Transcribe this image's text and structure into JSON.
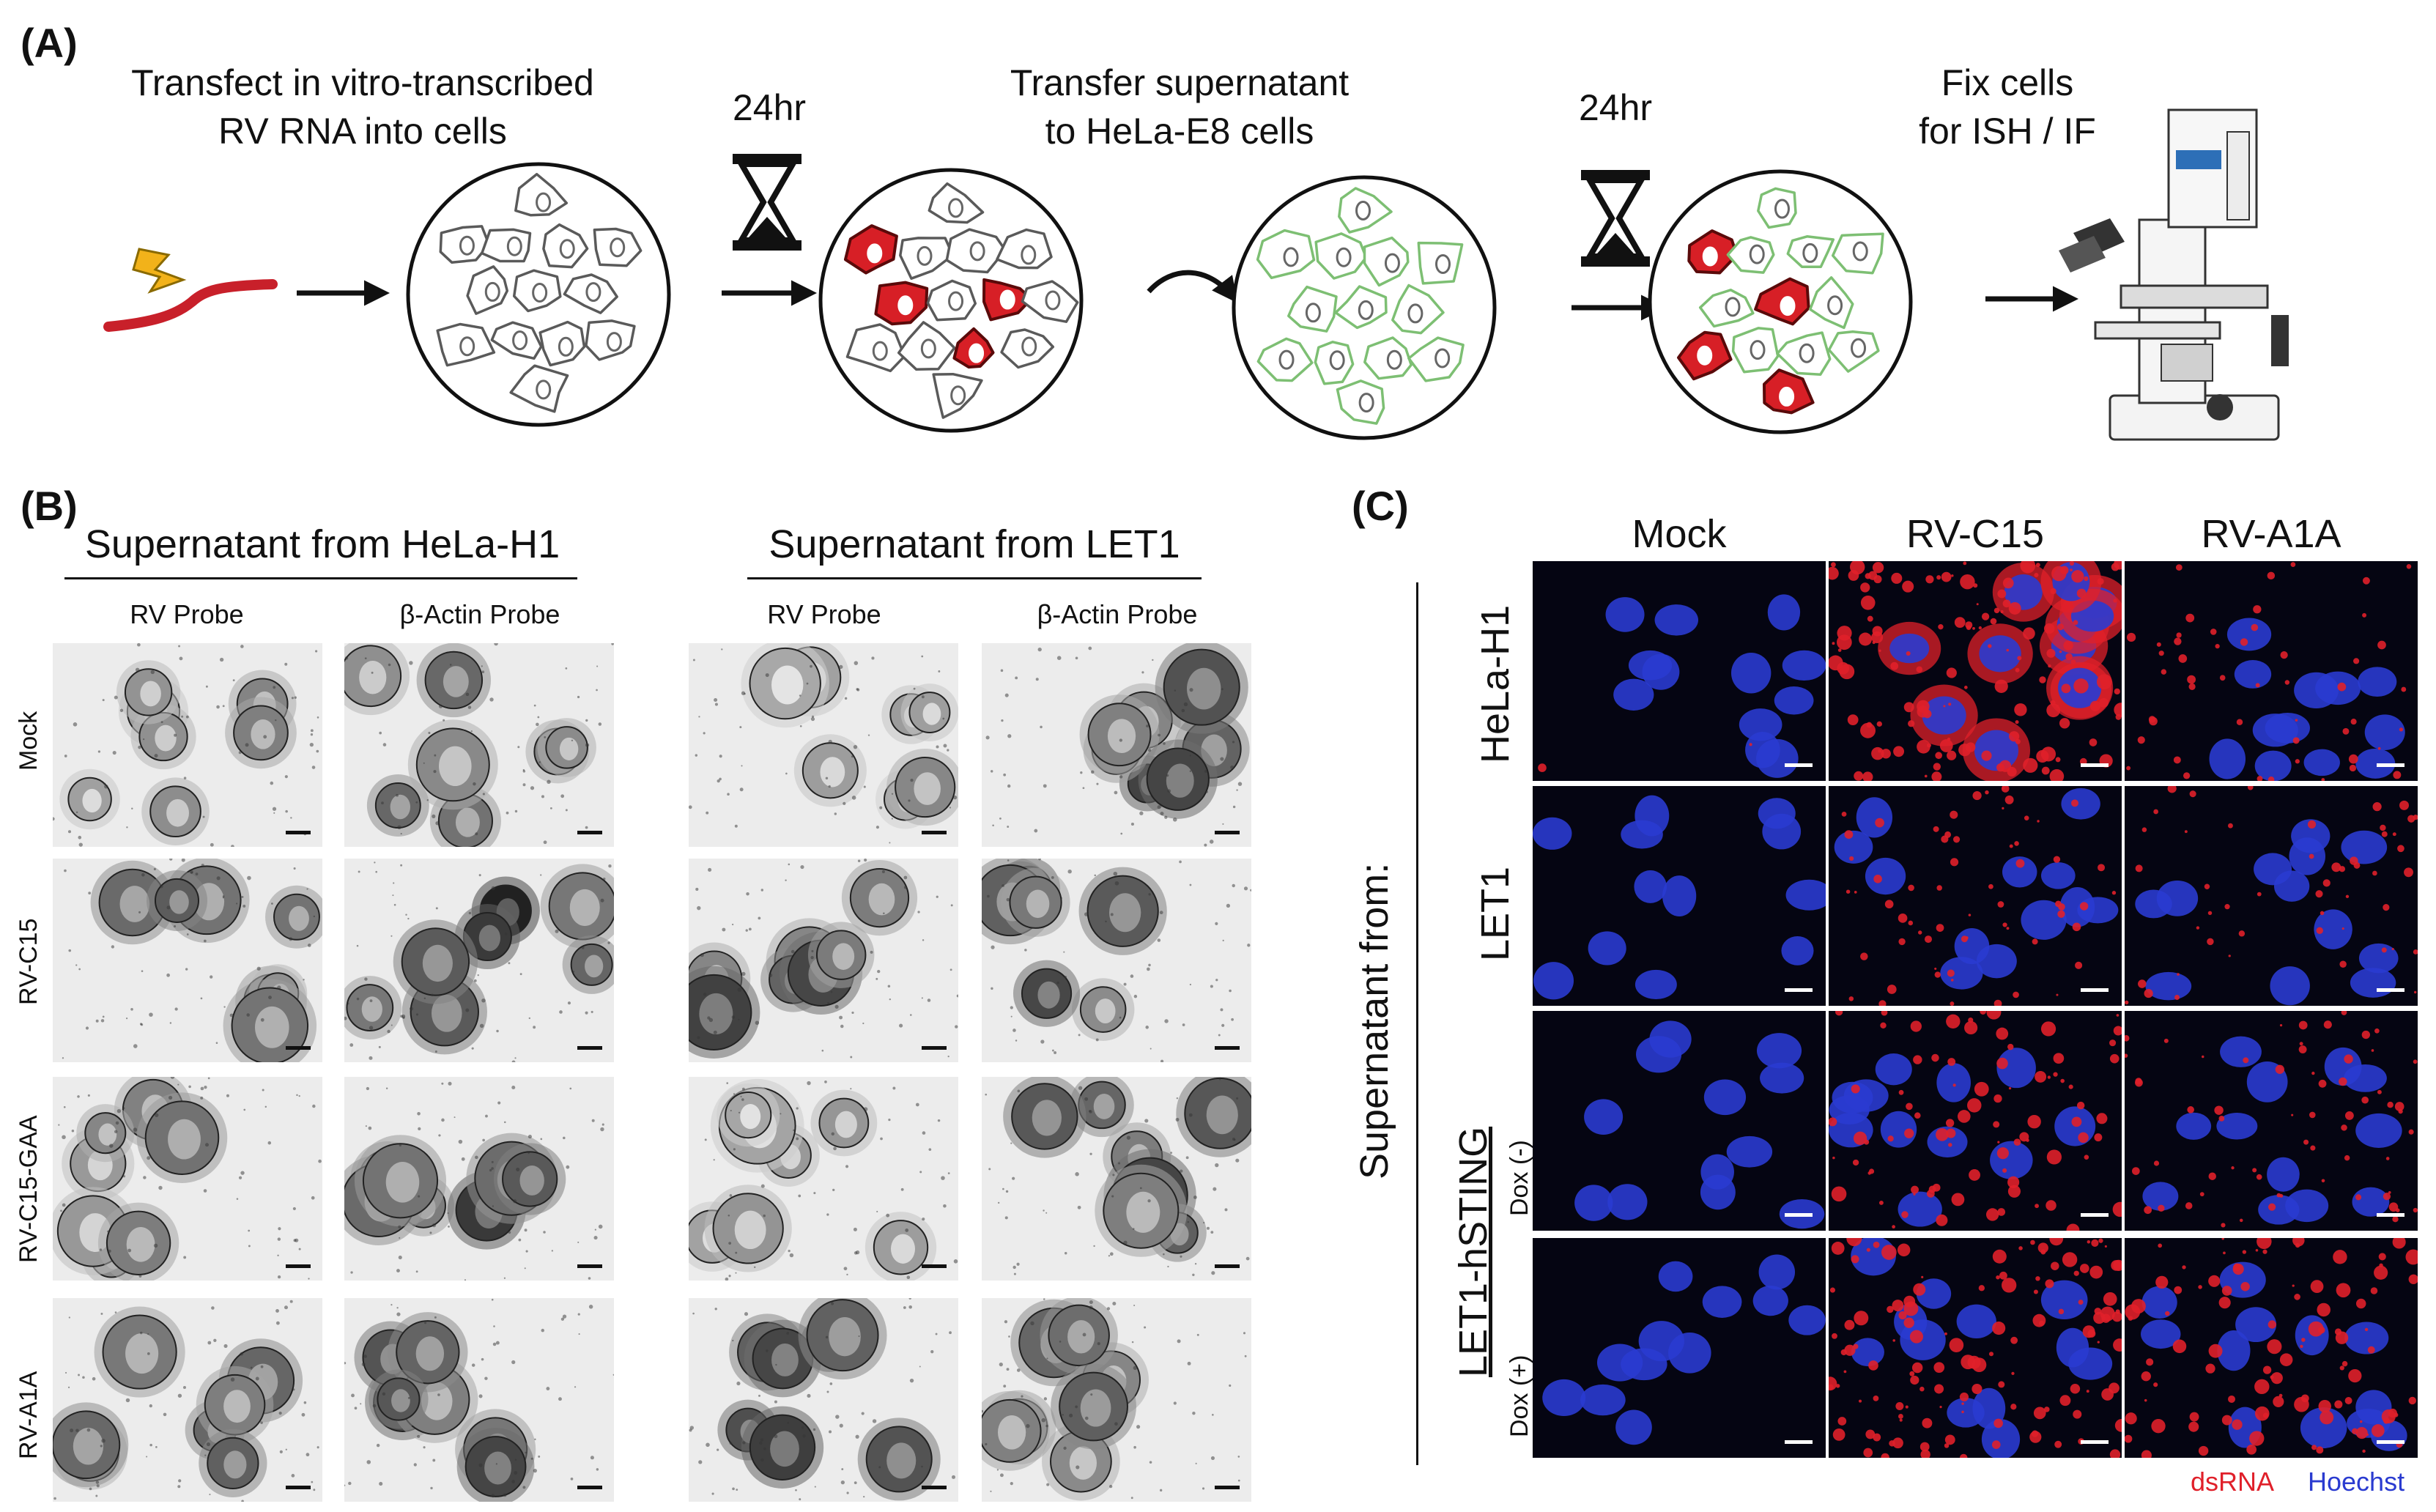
{
  "panelA": {
    "label": "(A)",
    "step1": [
      "Transfect in vitro-transcribed",
      "RV RNA into cells"
    ],
    "time1": "24hr",
    "step2": [
      "Transfer supernatant",
      "to HeLa-E8 cells"
    ],
    "time2": "24hr",
    "step3": [
      "Fix cells",
      "for ISH / IF"
    ],
    "colors": {
      "infected": "#d71f26",
      "uninfected": "#5a5a5a",
      "e8": "#7dbf73",
      "rna": "#c8202a"
    }
  },
  "panelB": {
    "label": "(B)",
    "group1": "Supernatant from HeLa-H1",
    "group2": "Supernatant from LET1",
    "probes": [
      "RV Probe",
      "β-Actin Probe",
      "RV Probe",
      "β-Actin Probe"
    ],
    "rows": [
      "Mock",
      "RV-C15",
      "RV-C15-GAA",
      "RV-A1A"
    ]
  },
  "panelC": {
    "label": "(C)",
    "cols": [
      "Mock",
      "RV-C15",
      "RV-A1A"
    ],
    "side_label": "Supernatant from:",
    "rows": [
      "HeLa-H1",
      "LET1"
    ],
    "sting_label": "LET1-hSTING",
    "dox_rows": [
      "Dox (-)",
      "Dox (+)"
    ],
    "legend": {
      "dsrna": "dsRNA",
      "hoechst": "Hoechst"
    },
    "colors": {
      "dsrna": "#e0202a",
      "hoechst": "#2a3bd0"
    }
  }
}
